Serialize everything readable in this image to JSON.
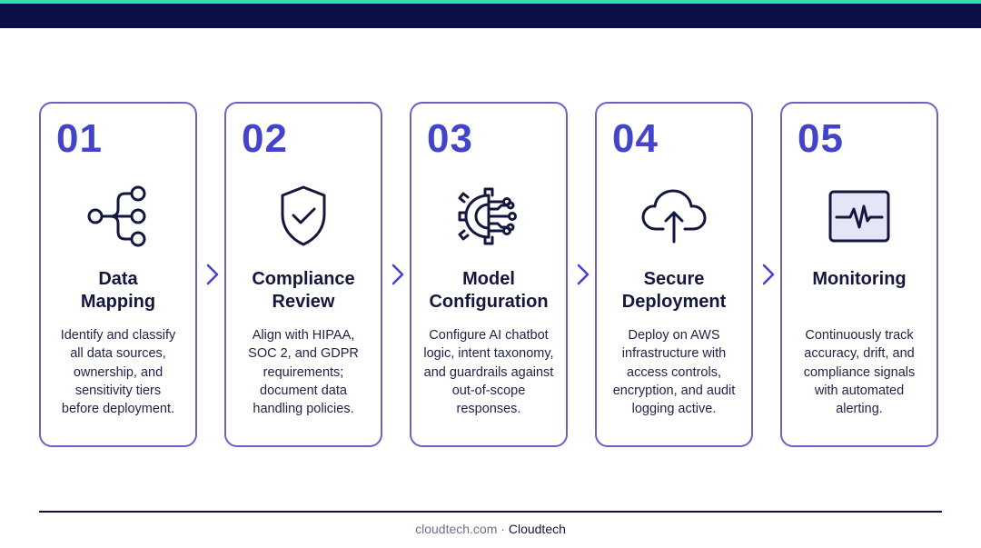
{
  "steps": [
    {
      "number": "01",
      "icon": "hierarchy-nodes-icon",
      "title": [
        "Data",
        "Mapping"
      ],
      "desc": [
        "Identify and classify",
        "all data sources,",
        "ownership, and",
        "sensitivity tiers",
        "before deployment."
      ]
    },
    {
      "number": "02",
      "icon": "shield-check-icon",
      "title": [
        "Compliance",
        "Review"
      ],
      "desc": [
        "Align with HIPAA,",
        "SOC 2, and GDPR",
        "requirements;",
        "document data",
        "handling policies."
      ]
    },
    {
      "number": "03",
      "icon": "gear-circuit-icon",
      "title": [
        "Model",
        "Configuration"
      ],
      "desc": [
        "Configure AI chatbot",
        "logic, intent taxonomy,",
        "and guardrails against",
        "out-of-scope",
        "responses."
      ]
    },
    {
      "number": "04",
      "icon": "cloud-upload-icon",
      "title": [
        "Secure",
        "Deployment"
      ],
      "desc": [
        "Deploy on AWS",
        "infrastructure with",
        "access controls,",
        "encryption, and audit",
        "logging active."
      ]
    },
    {
      "number": "05",
      "icon": "pulse-monitor-icon",
      "title": [
        "Monitoring"
      ],
      "desc": [
        "Continuously track",
        "accuracy, drift, and",
        "compliance signals",
        "with automated",
        "alerting."
      ]
    }
  ],
  "footer": {
    "site": "cloudtech.com",
    "separator": "·",
    "brand": "Cloudtech"
  },
  "colors": {
    "accent": "#2fe0b4",
    "navy": "#0b0f45",
    "number": "#4344c8",
    "card_border": "#6b62c9"
  }
}
